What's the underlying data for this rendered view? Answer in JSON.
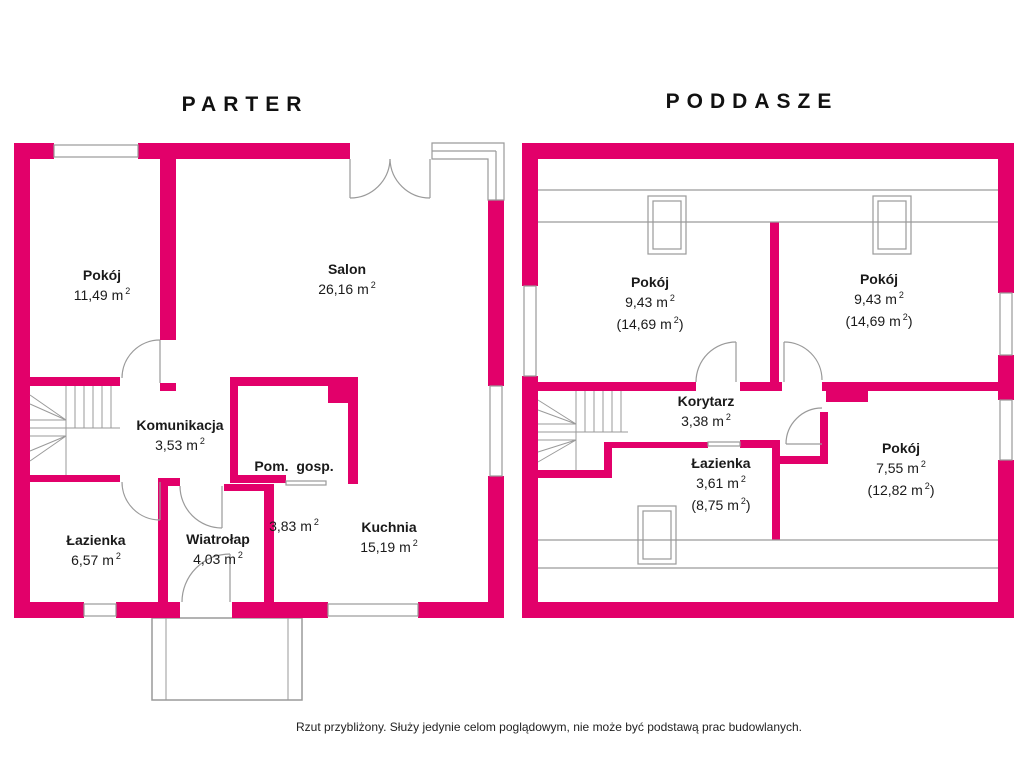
{
  "headings": {
    "ground": "PARTER",
    "attic": "PODDASZE"
  },
  "unit": "m",
  "unit_exp": "2",
  "ground_rooms": [
    {
      "name": "Pokój",
      "area": "11,49"
    },
    {
      "name": "Salon",
      "area": "26,16"
    },
    {
      "name": "Komunikacja",
      "area": "3,53"
    },
    {
      "name": "Pom.  gosp.",
      "area": "3,83"
    },
    {
      "name": "Łazienka",
      "area": "6,57"
    },
    {
      "name": "Wiatrołap",
      "area": "4,03"
    },
    {
      "name": "Kuchnia",
      "area": "15,19"
    }
  ],
  "attic_rooms": [
    {
      "name": "Pokój",
      "area": "9,43",
      "total": "14,69"
    },
    {
      "name": "Pokój",
      "area": "9,43",
      "total": "14,69"
    },
    {
      "name": "Korytarz",
      "area": "3,38"
    },
    {
      "name": "Łazienka",
      "area": "3,61",
      "total": "8,75"
    },
    {
      "name": "Pokój",
      "area": "7,55",
      "total": "12,82"
    }
  ],
  "footnote": "Rzut przybliżony. Służy jedynie celom poglądowym, nie może być podstawą prac budowlanych.",
  "colors": {
    "wall": "#e2006a",
    "line": "#9a9a9a",
    "text": "#1a1a1a"
  }
}
